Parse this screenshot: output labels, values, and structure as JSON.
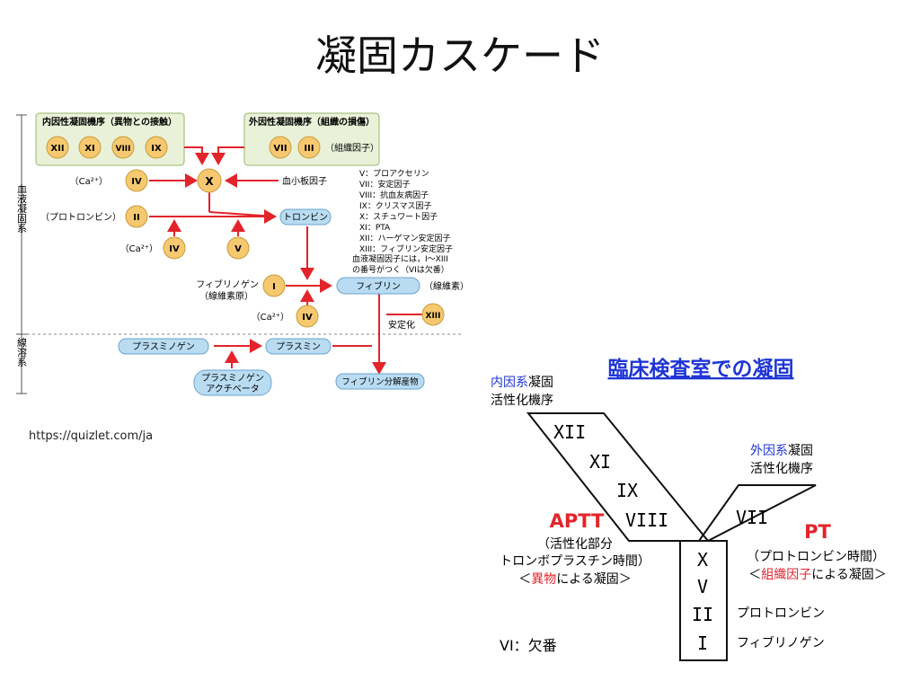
{
  "page": {
    "title": "凝固カスケード",
    "source": "https://quizlet.com/ja"
  },
  "left": {
    "side_labels": {
      "blood": "血液凝固系",
      "fibrinolysis": "線溶系"
    },
    "intrinsic_box_title": "内因性凝固機序（異物との接触）",
    "extrinsic_box_title": "外因性凝固機序（組織の損傷）",
    "intrinsic_factors": [
      "XII",
      "XI",
      "VIII",
      "IX"
    ],
    "extrinsic_factors": [
      "VII",
      "III"
    ],
    "tissue_factor": "（組織因子）",
    "factor_x": "X",
    "factor_iv": "IV",
    "factor_ii": "II",
    "factor_v": "V",
    "factor_i": "I",
    "factor_xiii": "XIII",
    "ca": "（Ca²⁺）",
    "prothrombin": "（プロトロンビン）",
    "platelet_factor": "血小板因子",
    "thrombin": "トロンビン",
    "fibrinogen": "フィブリノゲン",
    "fibrinogen_sub": "（線維素原）",
    "fibrin": "フィブリン",
    "fibrin_sub": "（線維素）",
    "stabilize": "安定化",
    "legend": [
      "V：プロアクセリン",
      "VII：安定因子",
      "VIII：抗血友病因子",
      "IX：クリスマス因子",
      "X：スチュワート因子",
      "XI：PTA",
      "XII：ハーゲマン安定因子",
      "XIII：フィブリン安定因子"
    ],
    "note_line1": "血液凝固因子には，I〜XIII",
    "note_line2": "の番号がつく（VIは欠番）",
    "plasminogen": "プラスミノゲン",
    "plasmin": "プラスミン",
    "activator_line1": "プラスミノゲン",
    "activator_line2": "アクチベータ",
    "degradation": "フィブリン分解産物"
  },
  "right": {
    "title": "臨床検査室での凝固",
    "intrinsic_label_colored": "内因系",
    "intrinsic_label_rest": "凝固",
    "intrinsic_label_line2": "活性化機序",
    "extrinsic_label_colored": "外因系",
    "extrinsic_label_rest": "凝固",
    "extrinsic_label_line2": "活性化機序",
    "left_factors": [
      "XII",
      "XI",
      "IX",
      "VIII"
    ],
    "right_factors": [
      "VII"
    ],
    "common_factors": [
      "X",
      "V",
      "II",
      "I"
    ],
    "aptt": "APTT",
    "aptt_line1": "（活性化部分",
    "aptt_line2": "トロンボプラスチン時間）",
    "aptt_line3_pre": "＜",
    "aptt_line3_red": "異物",
    "aptt_line3_post": "による凝固＞",
    "pt": "PT",
    "pt_line1": "（プロトロンビン時間）",
    "pt_line2_pre": "＜",
    "pt_line2_red": "組織因子",
    "pt_line2_post": "による凝固＞",
    "prothrombin": "プロトロンビン",
    "fibrinogen": "フィブリノゲン",
    "missing": "VI：欠番"
  },
  "colors": {
    "arrow": "#e3242b",
    "blue": "#1f35d6",
    "red": "#e3242b",
    "factor_fill": "#f6c970",
    "pill_fill": "#b9dcf2",
    "box_fill": "#e9f2d8"
  }
}
